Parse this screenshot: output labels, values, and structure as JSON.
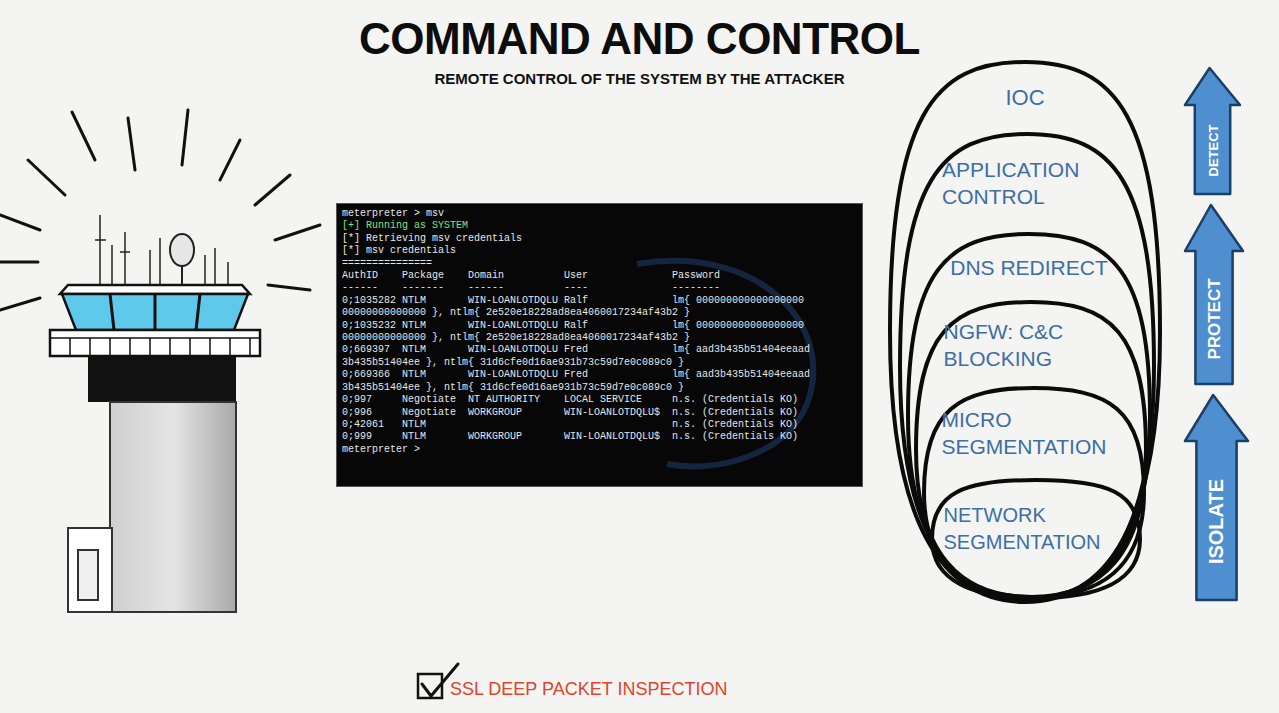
{
  "diagram": {
    "title": "COMMAND AND CONTROL",
    "nodes": [
      {
        "text": [
          "meterpreter > msv",
          "[+] Running as SYSTEM",
          "[*] Retrieving msv credentials",
          "[*] msv credentials",
          "===============",
          "AuthID    Package    Domain          User              Password",
          "------    -------    ------          ----              --------",
          "0;1035282 NTLM       WIN-LOANLOTDQLU Ralf              lm{ 000000000000000000",
          "00000000000000 }, ntlm{ 2e520e18228ad8ea4060017234af43b2 }",
          "0;1035232 NTLM       WIN-LOANLOTDQLU Ralf              lm{ 000000000000000000",
          "00000000000000 }, ntlm{ 2e520e18228ad8ea4060017234af43b2 }",
          "0;669397  NTLM       WIN-LOANLOTDQLU Fred              lm{ aad3b435b51404eeaad",
          "3b435b51404ee }, ntlm{ 31d6cfe0d16ae931b73c59d7e0c089c0 }",
          "0;669366  NTLM       WIN-LOANLOTDQLU Fred              lm{ aad3b435b51404eeaad",
          "3b435b51404ee }, ntlm{ 31d6cfe0d16ae931b73c59d7e0c089c0 }",
          "0;997     Negotiate  NT AUTHORITY    LOCAL SERVICE     n.s. (Credentials KO)",
          "0;996     Negotiate  WORKGROUP       WIN-LOANLOTDQLU$  n.s. (Credentials KO)",
          "0;42061   NTLM                                         n.s. (Credentials KO)",
          "0;999     NTLM       WORKGROUP       WIN-LOANLOTDQLU$  n.s. (Credentials KO)",
          "meterpreter > "
        ]
      },
      {
        "text": [
          "IOC"
        ]
      },
      {
        "text": [
          "APPLICATION CONTROL"
        ],
        "in": 1
      },
      {
        "text": [
          "DNS REDIRECT"
        ],
        "in": 2
      },
      {
        "text": [
          "NGFW: C&C BLOCKING"
        ],
        "in": 3
      },
      {
        "text": [
          "MICRO SEGMENTATION"
        ],
        "in": 4
      },
      {
        "text": [
          "NETWORK SEGMENTATION"
        ],
        "in": 5
      },
      {
        "text": [
          "DETECT"
        ]
      },
      {
        "text": [
          "PROTECT"
        ]
      },
      {
        "text": [
          "ISOLATE"
        ]
      }
    ],
    "labels": [
      "REMOTE CONTROL OF THE SYSTEM BY THE ATTACKER",
      "SSL DEEP PACKET INSPECTION"
    ]
  }
}
